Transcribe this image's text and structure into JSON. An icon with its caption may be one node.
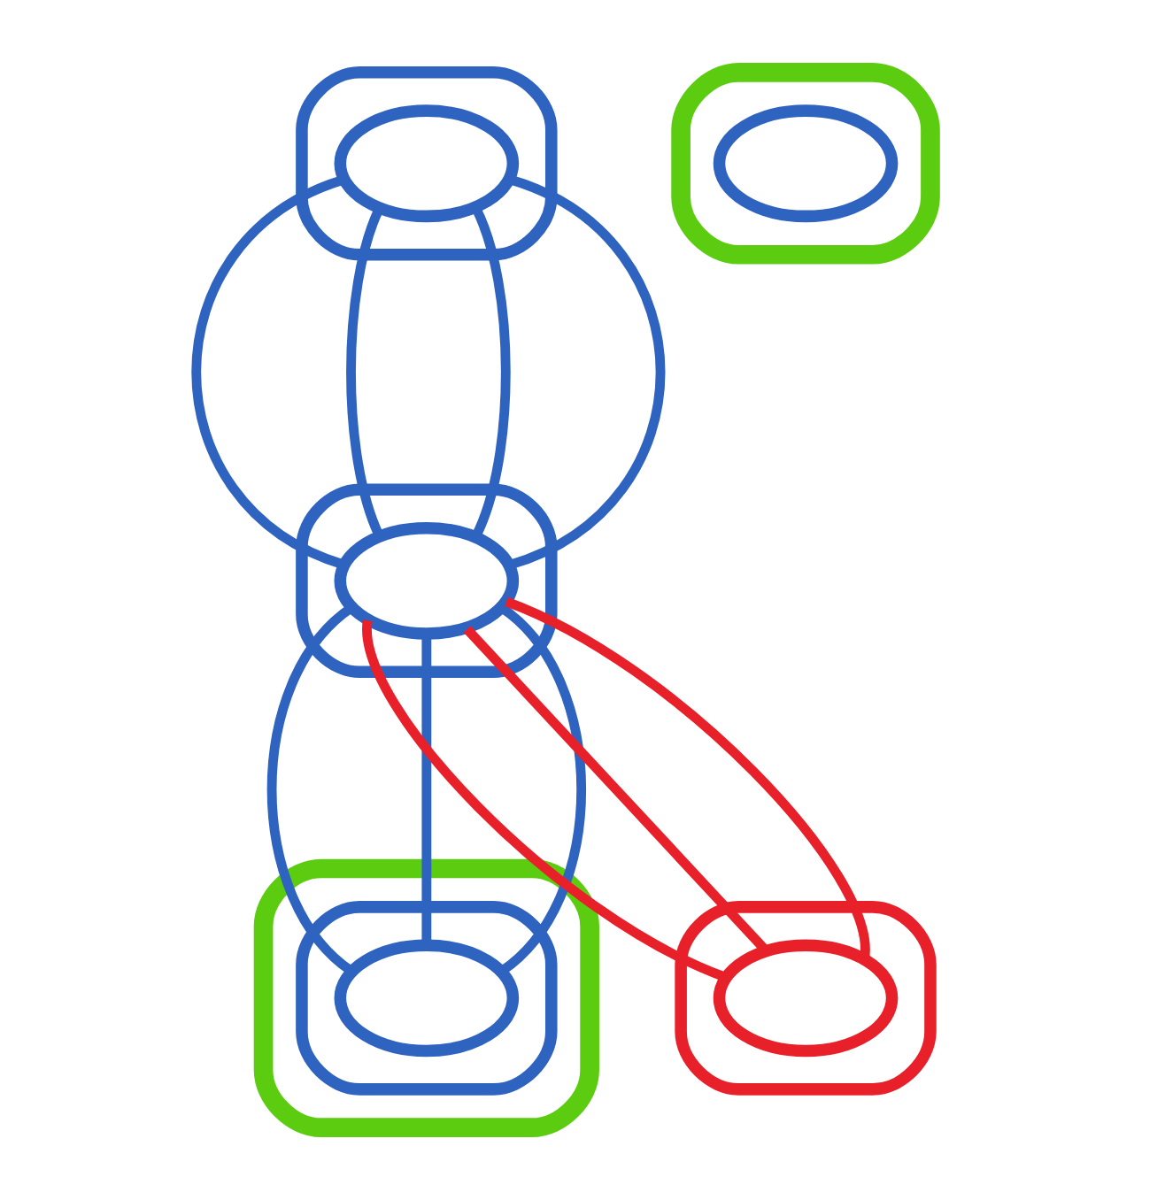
{
  "diagram": {
    "nodes": [
      {
        "text": [],
        "shape": "cloud"
      },
      {
        "text": [],
        "shape": "ellipse"
      },
      {
        "text": [],
        "shape": "ellipse",
        "in": 1
      },
      {
        "text": [],
        "shape": "ellipse"
      },
      {
        "text": [],
        "shape": "ellipse",
        "in": 3
      },
      {
        "text": [],
        "shape": "ellipse",
        "in": 0
      },
      {
        "text": [],
        "shape": "ellipse",
        "in": 5
      },
      {
        "text": [],
        "shape": "ellipse"
      },
      {
        "text": [],
        "shape": "ellipse",
        "in": 7
      },
      {
        "text": [],
        "shape": "cloud"
      },
      {
        "text": [],
        "shape": "ellipse",
        "in": 9
      }
    ],
    "edges": [
      {
        "from": 2,
        "to": 4,
        "arrow": "none"
      },
      {
        "from": 2,
        "to": 4,
        "arrow": "none"
      },
      {
        "from": 2,
        "to": 4,
        "arrow": "none"
      },
      {
        "from": 2,
        "to": 4,
        "arrow": "none"
      },
      {
        "from": 4,
        "to": 6,
        "arrow": "none"
      },
      {
        "from": 4,
        "to": 6,
        "arrow": "none"
      },
      {
        "from": 4,
        "to": 6,
        "arrow": "none"
      },
      {
        "from": 4,
        "to": 8,
        "arrow": "none",
        "color": "#e8202a"
      },
      {
        "from": 4,
        "to": 8,
        "arrow": "none",
        "color": "#e8202a"
      },
      {
        "from": 4,
        "to": 8,
        "arrow": "none",
        "color": "#e8202a"
      }
    ]
  }
}
